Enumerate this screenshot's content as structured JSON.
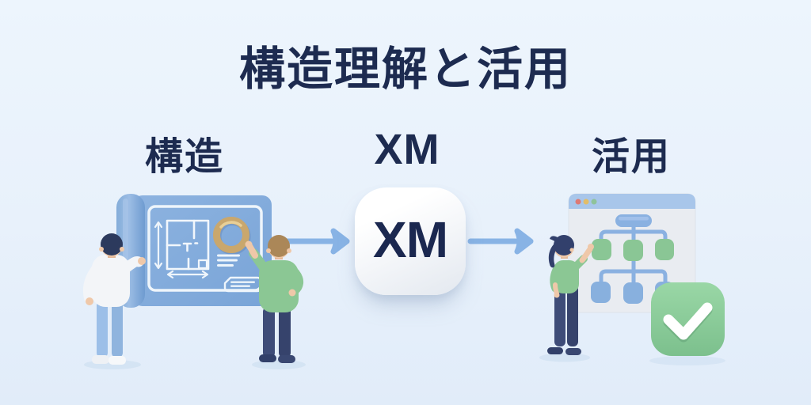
{
  "title": "構造理解と活用",
  "sections": [
    {
      "id": "structure",
      "label": "構造",
      "illustration": "blueprint-review"
    },
    {
      "id": "xm",
      "label": "XM",
      "illustration": "xm-cube"
    },
    {
      "id": "utilization",
      "label": "活用",
      "illustration": "workflow-check"
    }
  ],
  "xm_cube": {
    "text": "XM"
  },
  "icons": [
    "magnifier-ring-icon",
    "floor-plan-icon",
    "dimension-arrows-icon",
    "document-note-icon",
    "arrow-right-icon",
    "browser-window-icon",
    "traffic-light-dots-icon",
    "flowchart-icon",
    "checkmark-badge-icon"
  ],
  "colors": {
    "background_top": "#edf5fd",
    "background_bottom": "#e1ecf9",
    "title_text": "#1d2b50",
    "blueprint_sheet": "#82abdc",
    "blueprint_roll": "#6e9bd0",
    "blueprint_lines": "#f0f6fc",
    "magnifier_gold": "#c9a76d",
    "arrow_blue": "#88b3e5",
    "cube_white": "#ffffff",
    "cube_text": "#1b2850",
    "window_body": "#e9ecf1",
    "window_titlebar": "#a8c6ea",
    "dot_red": "#dd7a75",
    "dot_yellow": "#e2bd69",
    "dot_green": "#8fc39a",
    "node_green": "#8ac695",
    "node_blue": "#88b0de",
    "connector_blue": "#8ab1e1",
    "check_badge_green": "#8bcd9a",
    "check_white": "#ffffff",
    "shirt_white": "#f3f5f8",
    "shirt_green": "#8bc794",
    "pants_light_blue": "#9cbfe8",
    "pants_navy": "#3e4c78",
    "hair_navy": "#2c3a5d",
    "hair_brown": "#ab8758",
    "skin": "#efc8a9"
  }
}
